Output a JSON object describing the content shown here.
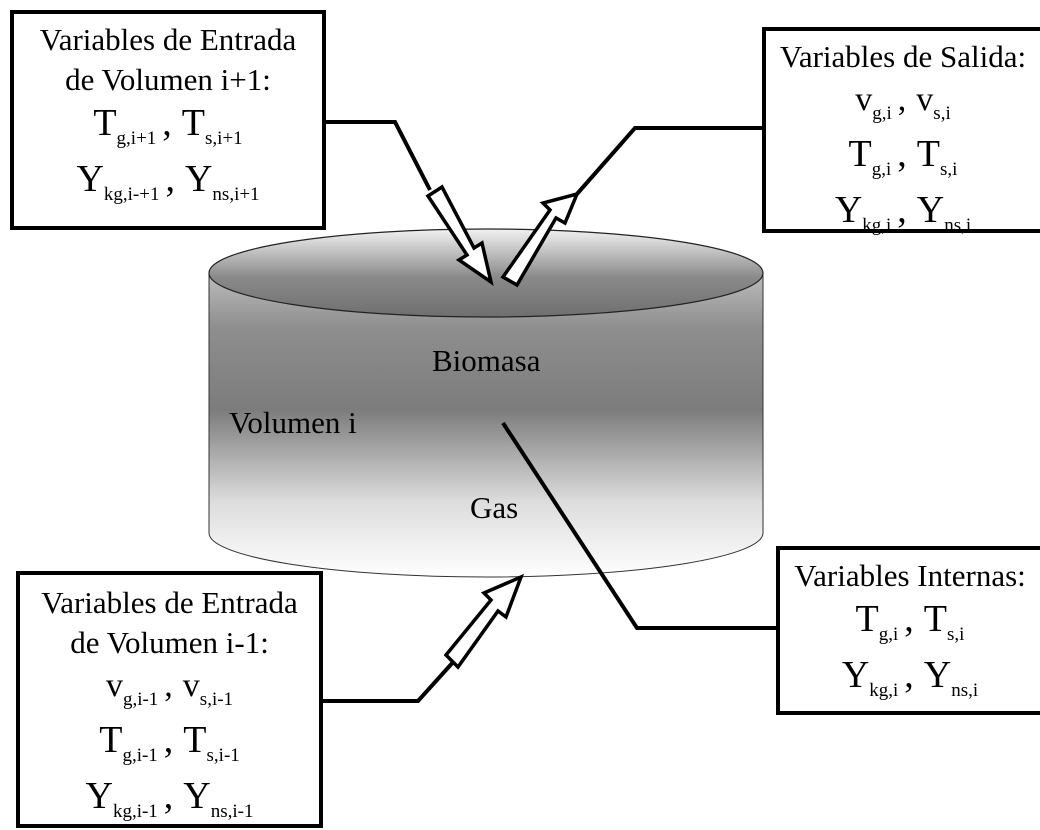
{
  "boxes": {
    "entrada_sup": {
      "title1": "Variables de Entrada",
      "title2": "de Volumen i+1:",
      "rows": [
        {
          "a": "T",
          "a_sub": "g,i+1",
          "b": "T",
          "b_sub": "s,i+1"
        },
        {
          "a": "Y",
          "a_sub": "kg,i-+1",
          "b": "Y",
          "b_sub": "ns,i+1"
        }
      ]
    },
    "salida": {
      "title1": "Variables de Salida:",
      "rows": [
        {
          "a": "v",
          "a_sub": "g,i",
          "b": "v",
          "b_sub": "s,i"
        },
        {
          "a": "T",
          "a_sub": "g,i",
          "b": "T",
          "b_sub": "s,i"
        },
        {
          "a": "Y",
          "a_sub": "kg,i",
          "b": "Y",
          "b_sub": "ns,i"
        }
      ]
    },
    "internas": {
      "title1": "Variables Internas:",
      "rows": [
        {
          "a": "T",
          "a_sub": "g,i",
          "b": "T",
          "b_sub": "s,i"
        },
        {
          "a": "Y",
          "a_sub": "kg,i",
          "b": "Y",
          "b_sub": "ns,i"
        }
      ]
    },
    "entrada_inf": {
      "title1": "Variables de Entrada",
      "title2": "de Volumen i-1:",
      "rows": [
        {
          "a": "v",
          "a_sub": "g,i-1",
          "b": "v",
          "b_sub": "s,i-1"
        },
        {
          "a": "T",
          "a_sub": "g,i-1",
          "b": "T",
          "b_sub": "s,i-1"
        },
        {
          "a": "Y",
          "a_sub": "kg,i-1",
          "b": "Y",
          "b_sub": "ns,i-1"
        }
      ]
    }
  },
  "separator": ",",
  "cylinder": {
    "biomasa_label": "Biomasa",
    "volumen_label": "Volumen i",
    "gas_label": "Gas"
  }
}
